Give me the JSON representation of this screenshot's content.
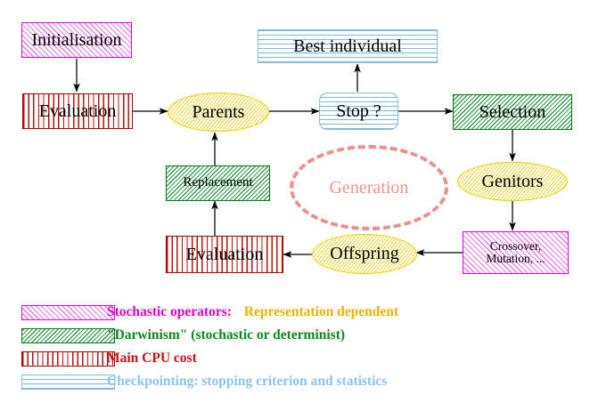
{
  "diagram": {
    "title": "Evolutionary Algorithm Cycle",
    "nodes": [
      {
        "id": "initialisation",
        "label": "Initialisation",
        "shape": "rect",
        "style": "magenta"
      },
      {
        "id": "evaluation_top",
        "label": "Evaluation",
        "shape": "rect",
        "style": "red"
      },
      {
        "id": "parents",
        "label": "Parents",
        "shape": "ellipse",
        "style": "yellow"
      },
      {
        "id": "best_individual",
        "label": "Best individual",
        "shape": "rect",
        "style": "blue"
      },
      {
        "id": "stop",
        "label": "Stop ?",
        "shape": "rounded",
        "style": "blue"
      },
      {
        "id": "selection",
        "label": "Selection",
        "shape": "rect",
        "style": "green"
      },
      {
        "id": "genitors",
        "label": "Genitors",
        "shape": "ellipse",
        "style": "yellow"
      },
      {
        "id": "crossover",
        "label": "Crossover,\nMutation, ...",
        "shape": "rect",
        "style": "magenta"
      },
      {
        "id": "offspring",
        "label": "Offspring",
        "shape": "ellipse",
        "style": "yellow"
      },
      {
        "id": "evaluation_bottom",
        "label": "Evaluation",
        "shape": "rect",
        "style": "red"
      },
      {
        "id": "replacement",
        "label": "Replacement",
        "shape": "rect",
        "style": "green"
      },
      {
        "id": "generation",
        "label": "Generation",
        "shape": "dashed-ellipse",
        "style": "salmon"
      }
    ]
  },
  "legend": {
    "rows": [
      {
        "pattern": "diagonal-forward-magenta",
        "text": "Stochastic operators:",
        "text2": "Representation dependent",
        "color": "#e000c0",
        "color2": "#e8b400"
      },
      {
        "pattern": "diagonal-back-green",
        "text": "\"Darwinism\" (stochastic or determinist)",
        "text2": "",
        "color": "#0a8a20",
        "color2": ""
      },
      {
        "pattern": "vertical-red",
        "text": "Main CPU cost",
        "text2": "",
        "color": "#cc1111",
        "color2": ""
      },
      {
        "pattern": "horizontal-lightblue",
        "text": "Checkpointing: stopping criterion and statistics",
        "text2": "",
        "color": "#8ec4e8",
        "color2": ""
      }
    ]
  },
  "colors": {
    "magenta": "#e000e0",
    "green": "#087a18",
    "red": "#aa0000",
    "lightblue": "#86bede",
    "yellow": "#e8d400",
    "salmon": "#ee8f8a",
    "arrow": "#000000",
    "background": "#ffffff"
  }
}
